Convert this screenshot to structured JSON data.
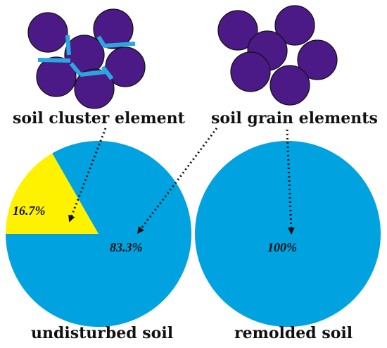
{
  "labels": {
    "cluster": "soil cluster element",
    "grain": "soil grain elements",
    "undisturbed": "undisturbed soil",
    "remolded": "remolded soil"
  },
  "undisturbed_pie": {
    "slices": [
      {
        "label": "16.7%",
        "value": 16.7,
        "color": "#FFF200"
      },
      {
        "label": "83.3%",
        "value": 83.3,
        "color": "#00A2E0"
      }
    ]
  },
  "remolded_pie": {
    "slices": [
      {
        "label": "100%",
        "value": 100,
        "color": "#00A2E0"
      }
    ]
  },
  "colors": {
    "grain": "#4B1A86",
    "cluster_bond": "#2BA6E0",
    "arrow": "#111111"
  }
}
